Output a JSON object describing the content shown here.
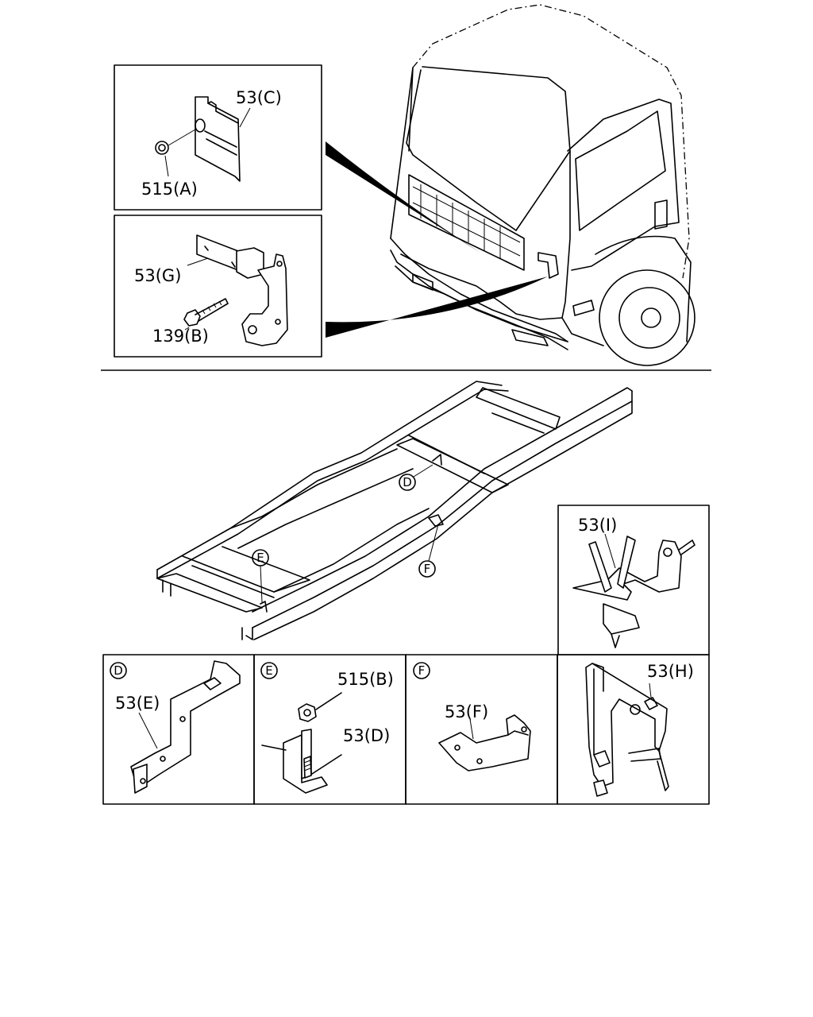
{
  "labels": {
    "c53": "53(C)",
    "a515": "515(A)",
    "g53": "53(G)",
    "b139": "139(B)",
    "i53": "53(I)",
    "e53": "53(E)",
    "b515": "515(B)",
    "d53": "53(D)",
    "f53": "53(F)",
    "h53": "53(H)"
  },
  "callouts": {
    "d": "D",
    "e": "E",
    "f": "F"
  }
}
